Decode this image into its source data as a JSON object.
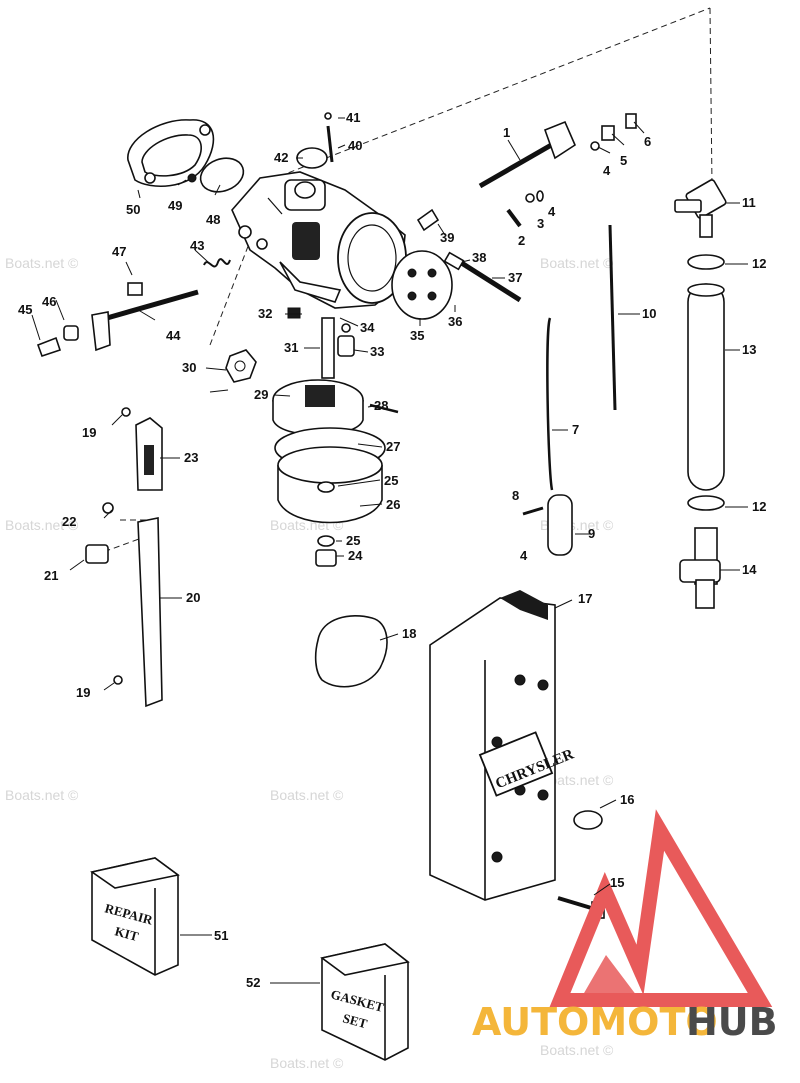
{
  "watermark": "Boats.net ©",
  "logo": {
    "part1": "AUTOMOTO",
    "part2": "HUB",
    "color1": "#f4b63a",
    "color2": "#4a4a4a",
    "triangle_color": "#e85a5a"
  },
  "labels": {
    "p1": "1",
    "p2": "2",
    "p3": "3",
    "p4a": "4",
    "p4b": "4",
    "p4c": "4",
    "p5": "5",
    "p6": "6",
    "p7": "7",
    "p8": "8",
    "p9": "9",
    "p10": "10",
    "p11": "11",
    "p12a": "12",
    "p12b": "12",
    "p13": "13",
    "p14": "14",
    "p15": "15",
    "p16": "16",
    "p17": "17",
    "p18": "18",
    "p19a": "19",
    "p19b": "19",
    "p20": "20",
    "p21": "21",
    "p22": "22",
    "p23": "23",
    "p24": "24",
    "p25a": "25",
    "p25b": "25",
    "p26": "26",
    "p27": "27",
    "p28": "28",
    "p29": "29",
    "p30": "30",
    "p31": "31",
    "p32": "32",
    "p33": "33",
    "p34": "34",
    "p35": "35",
    "p36": "36",
    "p37": "37",
    "p38": "38",
    "p39": "39",
    "p40": "40",
    "p41": "41",
    "p42": "42",
    "p43": "43",
    "p44": "44",
    "p45": "45",
    "p46": "46",
    "p47": "47",
    "p48": "48",
    "p49": "49",
    "p50": "50",
    "p51": "51",
    "p52": "52"
  },
  "boxes": {
    "repair_kit": [
      "REPAIR",
      "KIT"
    ],
    "gasket_set": [
      "GASKET",
      "SET"
    ]
  },
  "brand_plate": "CHRYSLER"
}
